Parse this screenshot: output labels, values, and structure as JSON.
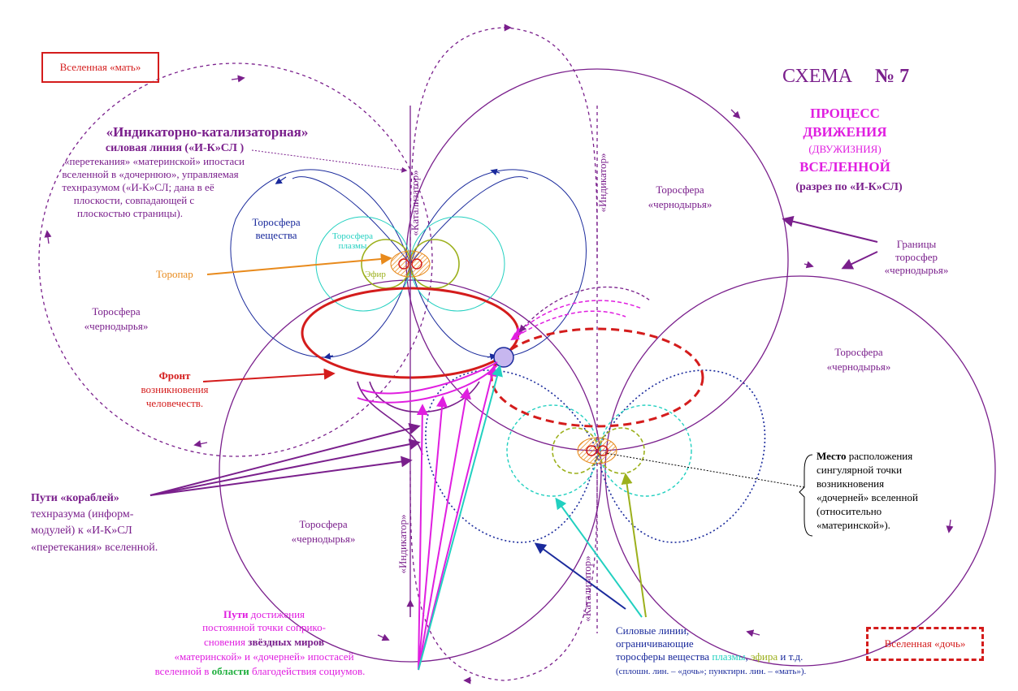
{
  "title": {
    "schema": "СХЕМА",
    "number": "№ 7",
    "process_lines": [
      "ПРОЦЕСС",
      "ДВИЖЕНИЯ",
      "(ДВУЖИЗНИЯ)",
      "ВСЕЛЕННОЙ",
      "(разрез по «И-К»СЛ)"
    ]
  },
  "boxes": {
    "mother": "Вселенная «мать»",
    "daughter": "Вселенная «дочь»"
  },
  "ik_line_note": {
    "heading": "«Индикаторно-катализаторная»",
    "line2": "силовая линия («И-К»СЛ )",
    "body": [
      "«перетекания» «материнской» ипостаси",
      "вселенной в «дочернюю», управляемая",
      "технразумом («И-К»СЛ; дана в её",
      "плоскости, совпадающей с",
      "плоскостью страницы)."
    ]
  },
  "torospheres": {
    "matter": [
      "Торосфера",
      "вещества"
    ],
    "plasma": [
      "Торосфера",
      "плазмы"
    ],
    "ether": "Эфир",
    "bh_top_right": [
      "Торосфера",
      "«чернодырья»"
    ],
    "bh_left": [
      "Торосфера",
      "«чернодырья»"
    ],
    "bh_right": [
      "Торосфера",
      "«чернодырья»"
    ],
    "bh_bottom": [
      "Торосфера",
      "«чернодырья»"
    ]
  },
  "toropar": "Торопар",
  "boundaries": [
    "Границы",
    "торосфер",
    "«чернодырья»"
  ],
  "front": {
    "title": "Фронт",
    "lines": [
      "возникновения",
      "человечеств."
    ]
  },
  "vertical_labels": {
    "catalyst_top": "«Катализатор»",
    "indicator_top": "«Индикатор»",
    "indicator_bottom": "«Индикатор»",
    "catalyst_bottom": "«Катализатор»"
  },
  "place_note": {
    "bold": "Место",
    "first": " расположения",
    "lines": [
      "сингулярной точки",
      "возникновения",
      "«дочерней» вселенной",
      "(относительно",
      "«материнской»)."
    ]
  },
  "ships_note": [
    "Пути «кораблей»",
    "технразума (информ-",
    "модулей) к «И-К»СЛ",
    "«перетекания» вселенной."
  ],
  "paths_note": {
    "title": "Пути",
    "title_rest": " достижения",
    "l2": "постоянной точки соприко-",
    "l3a": "сновения  ",
    "l3b": "звёздных миров",
    "l4": "«материнской» и «дочерней» ипостасей",
    "l5a": "вселенной в ",
    "l5b": "области",
    "l5c": " благодействия социумов."
  },
  "force_lines_note": {
    "l1": "Силовые линии,",
    "l2": "ограничивающие",
    "l3a": "торосферы вещества ",
    "l3b": "плазмы",
    "l3c": ", ",
    "l3d": "эфира",
    "l3e": " и т.д.",
    "l4": "(сплошн. лин. – «дочь»; пунктирн. лин. – «мать»)."
  },
  "colors": {
    "purple": "#7a1f8c",
    "magenta": "#e01ee0",
    "navy": "#1a2a9c",
    "red": "#d41c1c",
    "orange": "#e88a1c",
    "cyan": "#22d0c0",
    "olive": "#9cb01c"
  }
}
